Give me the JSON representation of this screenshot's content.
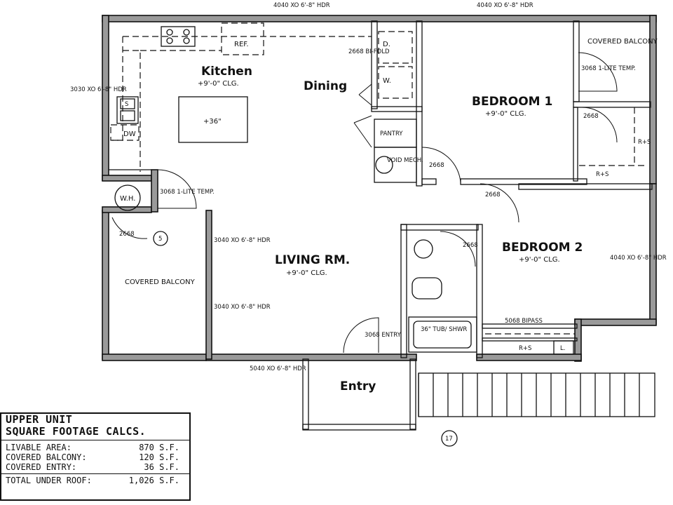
{
  "plan": {
    "rooms": {
      "kitchen": "Kitchen",
      "kitchen_clg": "+9'-0\" CLG.",
      "dining": "Dining",
      "living": "LIVING RM.",
      "living_clg": "+9'-0\" CLG.",
      "bed1": "BEDROOM 1",
      "bed1_clg": "+9'-0\" CLG.",
      "bed2": "BEDROOM 2",
      "bed2_clg": "+9'-0\" CLG.",
      "entry": "Entry",
      "covered_balcony": "COVERED BALCONY",
      "covered_balcony_left": "COVERED BALCONY"
    },
    "fixtures": {
      "ref": "REF.",
      "island": "+36\"",
      "dw": "DW",
      "sink": "S",
      "wh": "W.H.",
      "pantry": "PANTRY",
      "void_mech": "VOID MECH.",
      "dryer": "D.",
      "washer": "W.",
      "tub": "36\" TUB/ SHWR",
      "r_s_bed1": "R+S",
      "r_s_bed1_side": "R+S",
      "r_s_bed2": "R+S",
      "linen": "L."
    },
    "doors": {
      "bifold": "2668 BI-FOLD",
      "balcony_door_right": "3068 1-LITE TEMP.",
      "balcony_door_left": "3068 1-LITE TEMP.",
      "bed1_closet": "2668",
      "hall_closet": "2668",
      "bed2_door": "2668",
      "bath_door": "2668",
      "left_balcony_2668": "2668",
      "entry_door": "3068 ENTRY",
      "bipass": "5068 BIPASS",
      "callout_5": "5",
      "callout_17": "17"
    },
    "windows": {
      "top_left": "4040 XO 6'-8\" HDR",
      "top_right": "4040 XO 6'-8\" HDR",
      "kitchen_left": "3030 XO 6'-8\" HDR",
      "living_left_1": "3040 XO 6'-8\" HDR",
      "living_left_2": "3040 XO 6'-8\" HDR",
      "living_bottom": "5040 XO 6'-8\" HDR",
      "bed2_right": "4040 XO 6'-8\" HDR"
    }
  },
  "sqft": {
    "title_line1": "UPPER UNIT",
    "title_line2": "SQUARE FOOTAGE CALCS.",
    "rows": [
      {
        "label": "LIVABLE AREA:",
        "value": "870 S.F."
      },
      {
        "label": "COVERED BALCONY:",
        "value": "120 S.F."
      },
      {
        "label": "COVERED ENTRY:",
        "value": "36 S.F."
      }
    ],
    "total_label": "TOTAL UNDER ROOF:",
    "total_value": "1,026 S.F."
  }
}
